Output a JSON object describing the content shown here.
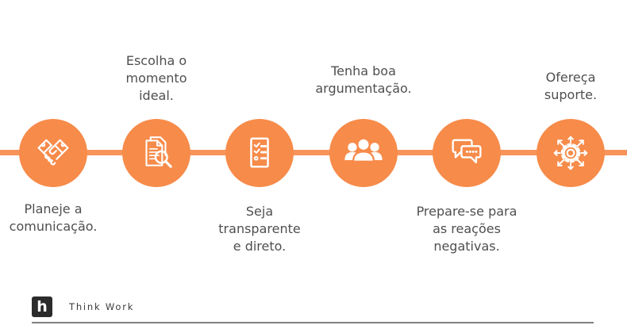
{
  "steps": [
    {
      "icon": "handshake-icon",
      "label": "Planeje a\ncomunicação.",
      "label_position": "below"
    },
    {
      "icon": "document-magnifier-icon",
      "label": "Escolha o\nmomento\nideal.",
      "label_position": "above"
    },
    {
      "icon": "checklist-icon",
      "label": "Seja\ntransparente\ne direto.",
      "label_position": "below"
    },
    {
      "icon": "team-icon",
      "label": "Tenha boa\nargumentação.",
      "label_position": "above"
    },
    {
      "icon": "chat-bubbles-icon",
      "label": "Prepare-se para\nas reações\nnegativas.",
      "label_position": "below"
    },
    {
      "icon": "gear-arrows-icon",
      "label": "Ofereça\nsuporte.",
      "label_position": "above"
    }
  ],
  "footer": {
    "logo_letter": "h",
    "brand_name": "Think Work"
  },
  "colors": {
    "circle_orange": "#F78B4A",
    "line_orange": "#F8945B",
    "label_text": "#4F4F4F",
    "logo_background": "#2B2B2B",
    "footer_rule": "#808080"
  }
}
